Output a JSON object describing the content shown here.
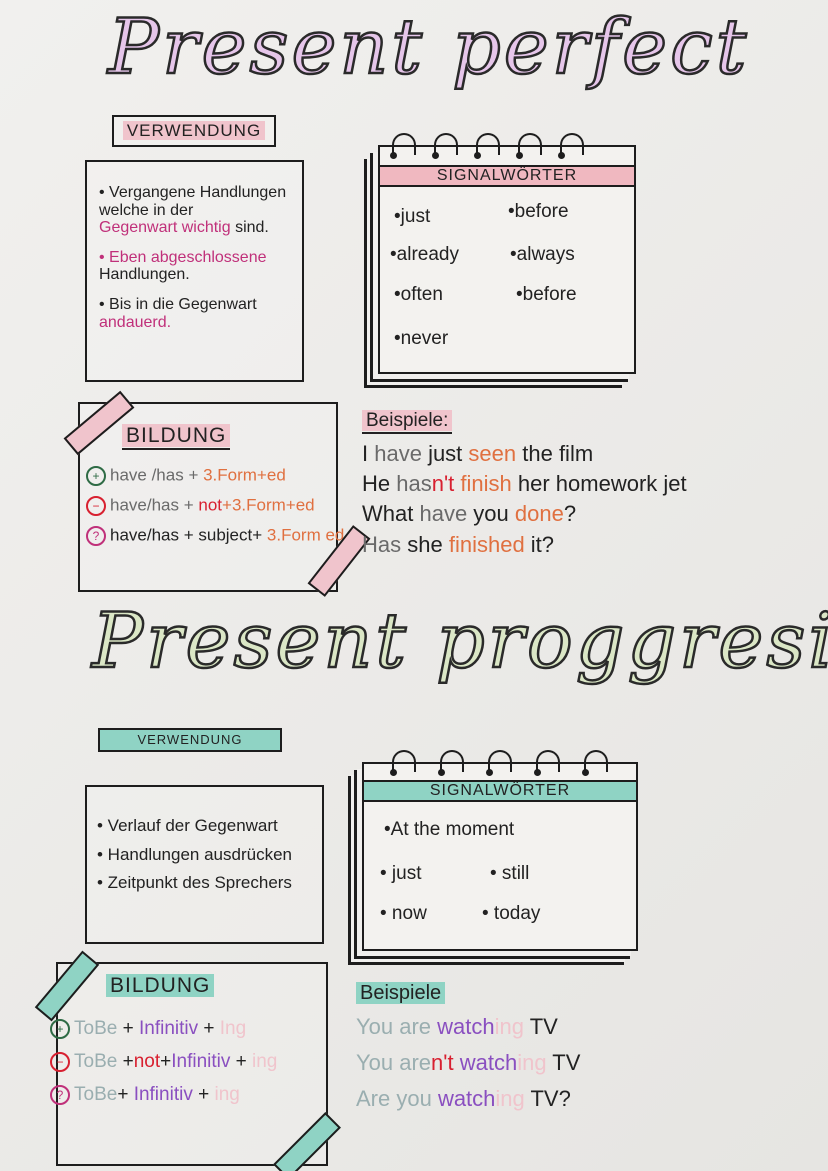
{
  "colors": {
    "ink": "#222222",
    "gray": "#6a6a6a",
    "pink": "#c0307a",
    "orange": "#e07040",
    "red": "#d82030",
    "purple": "#8a4fc0",
    "teal_gray": "#9aaeb0",
    "mint": "#8fd3c4",
    "pink_highlight": "#f0c4cc",
    "title1_fill": "#e6c6ea",
    "title2_fill": "#dbe7c6",
    "green": "#2e6b45"
  },
  "perfect": {
    "title": "Present perfect",
    "verwendung": {
      "heading": "VERWENDUNG",
      "items": [
        [
          {
            "t": "• Vergangene Handlungen",
            "c": "ink"
          },
          {
            "t": "welche in der",
            "c": "ink",
            "br": 1
          },
          {
            "t": "Gegenwart wichtig",
            "c": "pink",
            "br": 1
          },
          {
            "t": " sind.",
            "c": "ink"
          }
        ],
        [
          {
            "t": "• Eben abgeschlossene",
            "c": "pink"
          },
          {
            "t": "Handlungen.",
            "c": "ink",
            "br": 1
          }
        ],
        [
          {
            "t": "• Bis in die Gegenwart",
            "c": "ink"
          },
          {
            "t": "andauerd.",
            "c": "pink",
            "br": 1
          }
        ]
      ]
    },
    "signalwoerter": {
      "heading": "SIGNALWÖRTER",
      "words": [
        "•just",
        "•before",
        "•already",
        "•always",
        "•often",
        "•before",
        "•never"
      ]
    },
    "bildung": {
      "heading": "BILDUNG",
      "rows": [
        [
          {
            "t": "have /has + ",
            "c": "gray"
          },
          {
            "t": "3.Form+ed",
            "c": "orange"
          }
        ],
        [
          {
            "t": "have/has + ",
            "c": "gray"
          },
          {
            "t": "not",
            "c": "red"
          },
          {
            "t": "+3.Form+ed",
            "c": "orange"
          }
        ],
        [
          {
            "t": "have/has + subject+ ",
            "c": "ink"
          },
          {
            "t": "3.Form ed",
            "c": "orange"
          }
        ]
      ],
      "signs": [
        "+",
        "−",
        "?"
      ]
    },
    "beispiele": {
      "heading": "Beispiele:",
      "lines": [
        [
          {
            "t": "I ",
            "c": "ink"
          },
          {
            "t": "have ",
            "c": "gray"
          },
          {
            "t": "just ",
            "c": "ink"
          },
          {
            "t": "seen ",
            "c": "orange"
          },
          {
            "t": "the film",
            "c": "ink"
          }
        ],
        [
          {
            "t": "He ",
            "c": "ink"
          },
          {
            "t": "has",
            "c": "gray"
          },
          {
            "t": "n't ",
            "c": "red"
          },
          {
            "t": "finish ",
            "c": "orange"
          },
          {
            "t": "her homework jet",
            "c": "ink"
          }
        ],
        [
          {
            "t": "What ",
            "c": "ink"
          },
          {
            "t": "have ",
            "c": "gray"
          },
          {
            "t": "you ",
            "c": "ink"
          },
          {
            "t": "done",
            "c": "orange"
          },
          {
            "t": "?",
            "c": "ink"
          }
        ],
        [
          {
            "t": "Has ",
            "c": "gray"
          },
          {
            "t": "she ",
            "c": "ink"
          },
          {
            "t": "finished ",
            "c": "orange"
          },
          {
            "t": "it?",
            "c": "ink"
          }
        ]
      ]
    }
  },
  "progressive": {
    "title": "Present proggresive",
    "verwendung": {
      "heading": "VERWENDUNG",
      "items": [
        "• Verlauf der Gegenwart",
        "• Handlungen ausdrücken",
        "• Zeitpunkt des Sprechers"
      ]
    },
    "signalwoerter": {
      "heading": "SIGNALWÖRTER",
      "words": [
        "•At the moment",
        "• just",
        "• still",
        "• now",
        "• today"
      ]
    },
    "bildung": {
      "heading": "BILDUNG",
      "rows": [
        [
          {
            "t": "ToBe",
            "c": "teal_gray"
          },
          {
            "t": " + ",
            "c": "ink"
          },
          {
            "t": "Infinitiv",
            "c": "purple"
          },
          {
            "t": " + ",
            "c": "ink"
          },
          {
            "t": "Ing",
            "c": "pink_highlight"
          }
        ],
        [
          {
            "t": "ToBe",
            "c": "teal_gray"
          },
          {
            "t": " +",
            "c": "ink"
          },
          {
            "t": "not",
            "c": "red"
          },
          {
            "t": "+",
            "c": "ink"
          },
          {
            "t": "Infinitiv",
            "c": "purple"
          },
          {
            "t": " + ",
            "c": "ink"
          },
          {
            "t": "ing",
            "c": "pink_highlight"
          }
        ],
        [
          {
            "t": "ToBe",
            "c": "teal_gray"
          },
          {
            "t": "+ ",
            "c": "ink"
          },
          {
            "t": "Infinitiv",
            "c": "purple"
          },
          {
            "t": " + ",
            "c": "ink"
          },
          {
            "t": "ing",
            "c": "pink_highlight"
          }
        ]
      ],
      "signs": [
        "+",
        "−",
        "?"
      ]
    },
    "beispiele": {
      "heading": "Beispiele",
      "lines": [
        [
          {
            "t": "You are ",
            "c": "teal_gray"
          },
          {
            "t": "watch",
            "c": "purple"
          },
          {
            "t": "ing",
            "c": "pink_highlight"
          },
          {
            "t": " TV",
            "c": "ink"
          }
        ],
        [
          {
            "t": "You are",
            "c": "teal_gray"
          },
          {
            "t": "n't ",
            "c": "red"
          },
          {
            "t": "watch",
            "c": "purple"
          },
          {
            "t": "ing",
            "c": "pink_highlight"
          },
          {
            "t": " TV",
            "c": "ink"
          }
        ],
        [
          {
            "t": "Are you ",
            "c": "teal_gray"
          },
          {
            "t": "watch",
            "c": "purple"
          },
          {
            "t": "ing",
            "c": "pink_highlight"
          },
          {
            "t": " TV?",
            "c": "ink"
          }
        ]
      ]
    }
  }
}
